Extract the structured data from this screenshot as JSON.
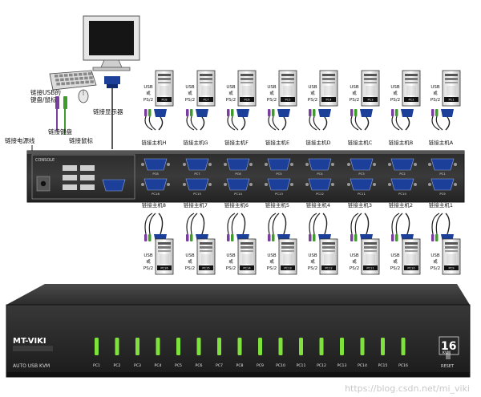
{
  "pc_count": 16,
  "top_hosts": [
    {
      "id": "host-h",
      "label": "链接主机H",
      "port": "PC8"
    },
    {
      "id": "host-g",
      "label": "链接主机G",
      "port": "PC7"
    },
    {
      "id": "host-f",
      "label": "链接主机F",
      "port": "PC6"
    },
    {
      "id": "host-e",
      "label": "链接主机E",
      "port": "PC5"
    },
    {
      "id": "host-d",
      "label": "链接主机D",
      "port": "PC4"
    },
    {
      "id": "host-c",
      "label": "链接主机C",
      "port": "PC3"
    },
    {
      "id": "host-b",
      "label": "链接主机B",
      "port": "PC2"
    },
    {
      "id": "host-a",
      "label": "链接主机A",
      "port": "PC1"
    }
  ],
  "bottom_hosts": [
    {
      "id": "host-8",
      "label": "链接主机8",
      "port": "PC16"
    },
    {
      "id": "host-7",
      "label": "链接主机7",
      "port": "PC15"
    },
    {
      "id": "host-6",
      "label": "链接主机6",
      "port": "PC14"
    },
    {
      "id": "host-5",
      "label": "链接主机5",
      "port": "PC13"
    },
    {
      "id": "host-4",
      "label": "链接主机4",
      "port": "PC12"
    },
    {
      "id": "host-3",
      "label": "链接主机3",
      "port": "PC11"
    },
    {
      "id": "host-2",
      "label": "链接主机2",
      "port": "PC10"
    },
    {
      "id": "host-1",
      "label": "链接主机1",
      "port": "PC9"
    }
  ],
  "host_usb_label": "USB",
  "host_or_label": "或",
  "host_ps2_label": "PS/2",
  "labels": {
    "keyboard_mouse": "链接USB的\n键盘/鼠标",
    "keyboard_port": "链接键盘",
    "mouse_port": "链接鼠标",
    "power_port": "链接电源线",
    "monitor_port": "链接显示器"
  },
  "console_label": "CONSOLE",
  "kvm": {
    "brand": "MT-VIKI",
    "model": "AUTO USB KVM",
    "count": "16",
    "count_sub": "KVM",
    "reset": "RESET",
    "front_ports": [
      "PC1",
      "PC2",
      "PC3",
      "PC4",
      "PC5",
      "PC6",
      "PC7",
      "PC8",
      "PC9",
      "PC10",
      "PC11",
      "PC12",
      "PC13",
      "PC14",
      "PC15",
      "PC16"
    ]
  },
  "watermark": "https://blog.csdn.net/mi_viki",
  "colors": {
    "vga_blue": "#1c3f9a",
    "ps2_green": "#3f9b2c",
    "ps2_purple": "#7a3e9e",
    "led_green": "#7fe23c"
  }
}
